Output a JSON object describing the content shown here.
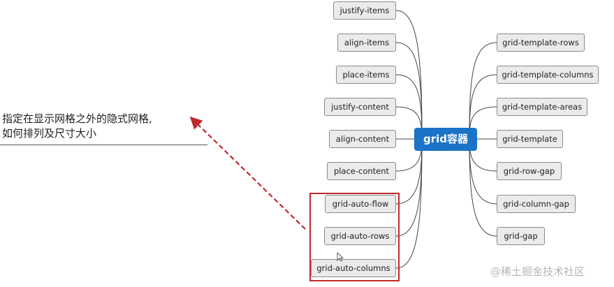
{
  "annotation": {
    "line1": "指定在显示网格之外的隐式网格,",
    "line2": "如何排列及尺寸大小"
  },
  "center": {
    "label": "grid容器"
  },
  "left_nodes": [
    {
      "label": "justify-items"
    },
    {
      "label": "align-items"
    },
    {
      "label": "place-items"
    },
    {
      "label": "justify-content"
    },
    {
      "label": "align-content"
    },
    {
      "label": "place-content"
    },
    {
      "label": "grid-auto-flow"
    },
    {
      "label": "grid-auto-rows"
    },
    {
      "label": "grid-auto-columns"
    }
  ],
  "right_nodes": [
    {
      "label": "grid-template-rows"
    },
    {
      "label": "grid-template-columns"
    },
    {
      "label": "grid-template-areas"
    },
    {
      "label": "grid-template"
    },
    {
      "label": "grid-row-gap"
    },
    {
      "label": "grid-column-gap"
    },
    {
      "label": "grid-gap"
    }
  ],
  "watermark": "@稀土掘金技术社区",
  "colors": {
    "center_fill": "#1a73c6",
    "highlight": "#c0282b",
    "arrow": "#c0282b",
    "node_fill": "#ebebeb"
  }
}
